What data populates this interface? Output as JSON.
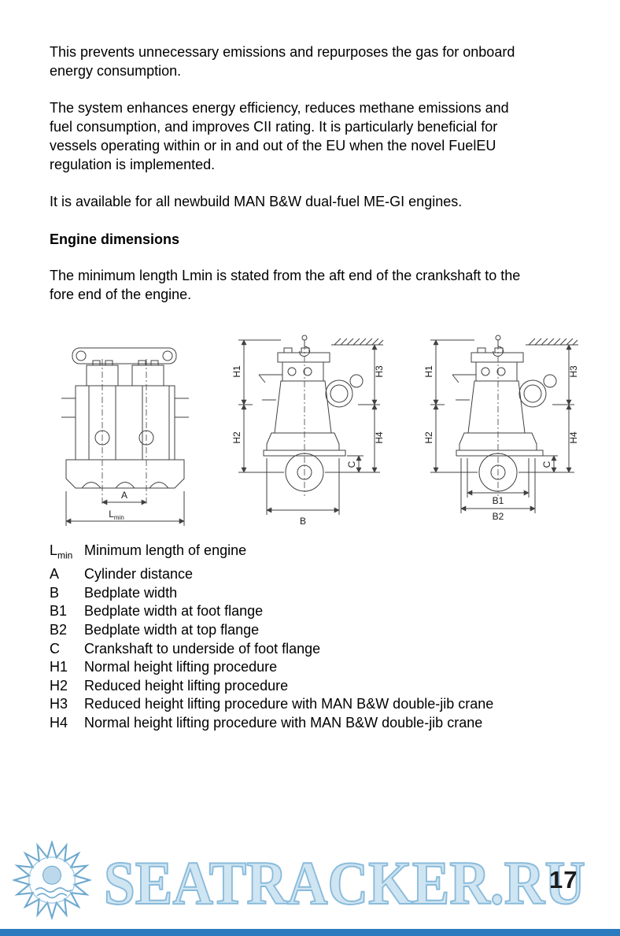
{
  "page": {
    "number": "17"
  },
  "content": {
    "p1": [
      "This prevents unnecessary emissions and repurposes the gas for onboard",
      "energy consumption."
    ],
    "p2": [
      "The system enhances energy efficiency, reduces methane emissions and",
      "fuel consumption, and improves CII rating. It is particularly beneficial for",
      "vessels operating within or in and out of the EU when the novel FuelEU",
      "regulation is implemented."
    ],
    "p3": [
      "It is available for all newbuild MAN B&W dual-fuel ME-GI engines."
    ],
    "heading": "Engine dimensions",
    "p4": [
      "The minimum length Lmin is stated from the aft end of the crankshaft to the",
      "fore end of the engine."
    ]
  },
  "figure": {
    "view1": {
      "a": "A",
      "lmin_base": "L",
      "lmin_sub": "min"
    },
    "view2": {
      "h1": "H1",
      "h2": "H2",
      "h3": "H3",
      "h4": "H4",
      "c": "C",
      "b": "B"
    },
    "view3": {
      "h1": "H1",
      "h2": "H2",
      "h3": "H3",
      "h4": "H4",
      "c": "C",
      "b1": "B1",
      "b2": "B2"
    }
  },
  "legend": {
    "items": [
      {
        "symbol": "L",
        "symbol_sub": "min",
        "description": "Minimum length of engine"
      },
      {
        "symbol": "A",
        "description": "Cylinder distance"
      },
      {
        "symbol": "B",
        "description": "Bedplate width"
      },
      {
        "symbol": "B1",
        "description": "Bedplate width at foot flange"
      },
      {
        "symbol": "B2",
        "description": "Bedplate width at top flange"
      },
      {
        "symbol": "C",
        "description": "Crankshaft to underside of foot flange"
      },
      {
        "symbol": "H1",
        "description": "Normal height lifting procedure"
      },
      {
        "symbol": "H2",
        "description": "Reduced height lifting procedure"
      },
      {
        "symbol": "H3",
        "description": "Reduced height lifting procedure with MAN B&W double-jib crane"
      },
      {
        "symbol": "H4",
        "description": "Normal height lifting procedure with MAN B&W double-jib crane"
      }
    ]
  },
  "footer": {
    "watermark_text": "SEATRACKER.RU"
  },
  "colors": {
    "footer_bar": "#2b7cbe",
    "watermark_fill": "#cfe5f2",
    "watermark_stroke": "#8abbdb",
    "drawing_stroke": "#404040"
  }
}
